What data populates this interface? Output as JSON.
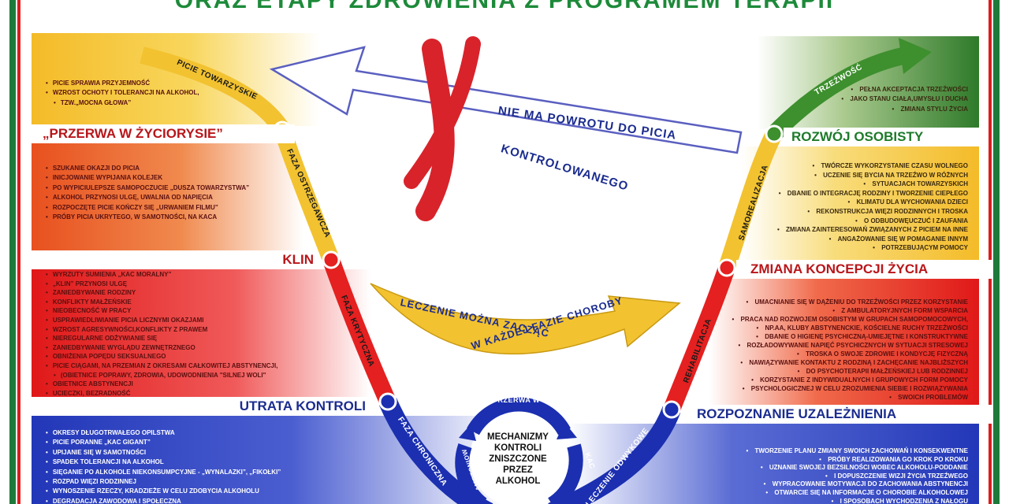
{
  "title": "ORAZ ETAPY ZDROWIENIA  Z PROGRAMEM TERAPII",
  "colors": {
    "frame_green": "#1d7a3a",
    "frame_red": "#d81e1e",
    "band_yellow": "#f5c52e",
    "band_orange": "#ec5a2a",
    "band_red": "#e52525",
    "band_blue": "#2a3fc1",
    "band_green": "#3e8a3a",
    "curve_yellow": "#f2c230",
    "curve_red": "#e42020",
    "curve_blue": "#1b2fb0",
    "curve_green": "#3e8f2e",
    "cross": "#d8232b",
    "slogan": "#1b2c8f"
  },
  "left": {
    "phases": [
      "„PRZERWA W ŻYCIORYSIE”",
      "KLIN",
      "UTRATA KONTROLI"
    ],
    "top_items": [
      "PICIE SPRAWIA PRZYJEMNOŚĆ",
      "WZROST OCHOTY I TOLERANCJI NA ALKOHOL,",
      "TZW.„MOCNA GŁOWA”"
    ],
    "warning_items": [
      "SZUKANIE OKAZJI DO PICIA",
      "INICJOWANIE WYPIJANIA KOLEJEK",
      "PO WYPICIULEPSZE SAMOPOCZUCIE „DUSZA TOWARZYSTWA”",
      "ALKOHOL PRZYNOSI ULGĘ, UWALNIA OD NAPIĘCIA",
      "ROZPOCZĘTE PICIE KOŃCZY SIĘ „URWANIEM FILMU”",
      "PRÓBY PICIA UKRYTEGO, W SAMOTNOŚCI, NA KACA"
    ],
    "critical_items": [
      "WYRZUTY SUMIENIA „KAC MORALNY”",
      "„KLIN” PRZYNOSI ULGĘ",
      "ZANIEDBYWANIE RODZINY",
      "KONFLIKTY MAŁŻEŃSKIE",
      "NIEOBECNOŚĆ W PRACY",
      "USPRAWIEDLIWIANIE PICIA LICZNYMI OKAZJAMI",
      "WZROST AGRESYWNOŚCI,KONFLIKTY Z PRAWEM",
      "NIEREGULARNE ODŻYWIANIE SIĘ",
      "ZANIEDBYWANIE WYGLĄDU ZEWNĘTRZNEGO",
      "OBNIŻENIA POPĘDU SEKSUALNEGO",
      "PICIE CIĄGAMI, NA PRZEMIAN Z OKRESAMI CAŁKOWITEJ ABSTYNENCJI,",
      "(OBIETNICE POPRAWY, ZDROWIA, UDOWODNIENIA \"SILNEJ WOLI\"",
      "OBIETNICE ABSTYNENCJI",
      "UCIECZKI, BEZRADNOŚĆ"
    ],
    "chronic_items": [
      "OKRESY DŁUGOTRWAŁEGO OPILSTWA",
      "PICIE PORANNE „KAC GIGANT”",
      "UPIJANIE SIĘ W SAMOTNOŚCI",
      "SPADEK TOLERANCJI NA ALKOHOL",
      "SIĘGANIE PO ALKOHOLE NIEKONSUMPCYJNE - „WYNALAZKI”, „FIKOŁKI”",
      "ROZPAD WIĘZI RODZINNEJ",
      "WYNOSZENIE RZECZY, KRADZIEŻE W CELU ZDOBYCIA ALKOHOLU",
      "DEGRADACJA ZAWODOWA I SPOŁECZNA"
    ]
  },
  "right": {
    "phases": [
      "ROZWÓJ OSOBISTY",
      "ZMIANA KONCEPCJI ŻYCIA",
      "ROZPOZNANIE UZALEŻNIENIA"
    ],
    "top_items": [
      "PEŁNA AKCEPTACJA TRZEŹWOŚCI",
      "JAKO STANU CIAŁA,UMYSŁU I DUCHA",
      "ZMIANA STYLU ŻYCIA"
    ],
    "growth_items": [
      "TWÓRCZE WYKORZYSTANIE CZASU WOLNEGO",
      "UCZENIE SIĘ BYCIA NA TRZEŹWO W RÓŻNYCH",
      "SYTUACJACH TOWARZYSKICH",
      "DBANIE O INTEGRACJĘ RODZINY I TWORZENIE CIEPŁEGO",
      "KLIMATU DLA WYCHOWANIA DZIECI",
      "REKONSTRUKCJA WIĘZI RODZINNYCH I TROSKA",
      "O ODBUDOWĘUCZUĆ I ZAUFANIA",
      "ZMIANA ZAINTERESOWAŃ ZWIĄZANYCH Z PICIEM NA INNE",
      "ANGAŻOWANIE SIĘ W POMAGANIE INNYM",
      "POTRZEBUJĄCYM POMOCY"
    ],
    "rehab_items": [
      "UMACNIANIE SIĘ W DĄŻENIU DO TRZEŹWOŚCI PRZEZ KORZYSTANIE",
      "Z AMBULATORYJNYCH FORM WSPARCIA",
      "PRACA NAD ROZWOJEM OSOBISTYM W GRUPACH SAMOPOMOCOWYCH,",
      "NP.AA, KLUBY ABSTYNENCKIE, KOŚCIELNE RUCHY TRZEŹWOŚCI",
      "DBANIE O HIGIENĘ PSYCHICZNĄ-UMIEJĘTNE I KONSTRUKTYWNE",
      "ROZŁADOWYWANIE NAPIĘĆ PSYCHICZNYCH W SYTUACJI STRESOWEJ",
      "TROSKA O SWOJE ZDROWIE I KONDYCJĘ FIZYCZNĄ",
      "NAWIĄZYWANIE KONTAKTU Z RODZINĄ I ZACHĘCANIE NAJBLIŻSZYCH",
      "DO PSYCHOTERAPII MAŁŻEŃSKIEJ LUB RODZINNEJ",
      "KORZYSTANIE Z INDYWIDUALNYCH I GRUPOWYCH FORM POMOCY",
      "PSYCHOLOGICZNEJ W CELU ZROZUMIENIA SIEBIE I ROZWIĄZYWANIA",
      "SWOICH PROBLEMÓW"
    ],
    "recognition_items": [
      "TWORZENIE PLANU ZMIANY SWOICH ZACHOWAŃ I KONSEKWENTNE",
      "PRÓBY REALIZOWANIA GO KROK PO KROKU",
      "UZNANIE SWOJEJ BEZSILNOŚCI WOBEC ALKOHOLU-PODDANIE",
      "I DOPUSZCZENIE WIZJI ŻYCIA TRZEŹWEGO",
      "WYPRACOWANIE MOTYWACJI DO ZACHOWANIA ABSTYNENCJI",
      "OTWARCIE SIĘ NA INFORMACJE O CHOROBIE ALKOHOLOWEJ",
      "I SPOSOBACH WYCHODZENIA Z NAŁOGU"
    ]
  },
  "curve_labels": {
    "social": "PICIE TOWARZYSKIE",
    "warning": "FAZA OSTRZEGAWCZA",
    "critical": "FAZA KRYTYCZNA",
    "chronic": "FAZA CHRONICZNA",
    "detox": "LECZENIE ODWYKOWE",
    "rehab": "REHABILITACJA",
    "selfreal": "SAMOREALIZACJA",
    "sobriety": "TRZEŹWOŚĆ"
  },
  "slogans": {
    "no_return_1": "NIE MA POWROTU DO PICIA",
    "no_return_2": "KONTROLOWANEGO",
    "treatment_1": "LECZENIE MOŻNA ZACZĄĆ",
    "treatment_2": "W KAŻDEJ FAZIE CHOROBY"
  },
  "cycle": {
    "top": "PRZERWA W PICIU",
    "right": "KAC",
    "left": "AMOTONIOW",
    "center": [
      "MECHANIZMY",
      "KONTROLI",
      "ZNISZCZONE",
      "PRZEZ",
      "ALKOHOL"
    ]
  }
}
